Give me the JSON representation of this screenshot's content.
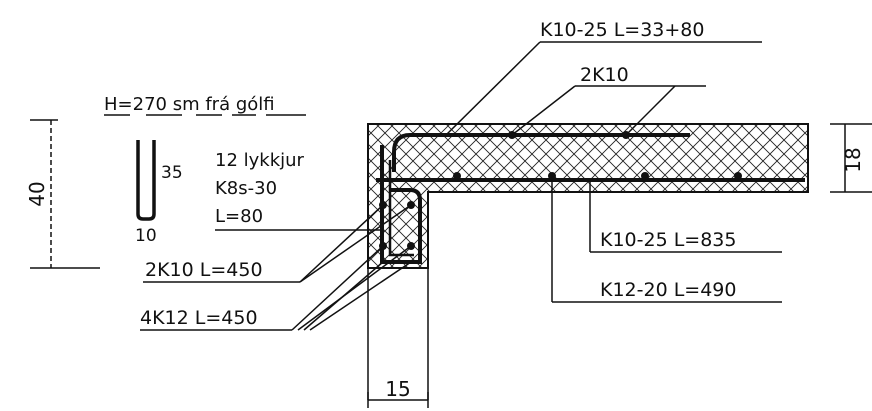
{
  "labels": {
    "top_callout": "K10-25 L=33+80",
    "mid_callout": "2K10",
    "height_note": "H=270 sm frá gólfi",
    "stirrup_height": "35",
    "stirrup_width": "10",
    "loops_line1": "12 lykkjur",
    "loops_line2": "K8s-30",
    "loops_line3": "L=80",
    "dim_left": "40",
    "dim_right": "18",
    "dim_bottom": "15",
    "bar_2k10": "2K10 L=450",
    "bar_4k12": "4K12 L=450",
    "bar_k10_835": "K10-25 L=835",
    "bar_k12_490": "K12-20 L=490"
  },
  "colors": {
    "ink": "#111111",
    "hatch": "#222222"
  }
}
